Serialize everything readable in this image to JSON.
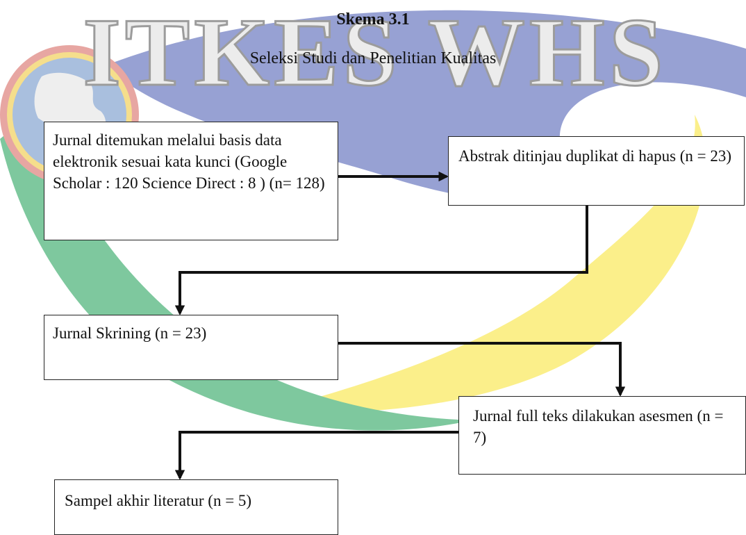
{
  "figure": {
    "number": "Skema 3.1",
    "title": "Seleksi Studi dan Penelitian Kualitas"
  },
  "watermark": {
    "text": "ITKES WHS",
    "colors": {
      "text_fill": "#ececec",
      "text_stroke": "#9c9c9c",
      "blue_band": "#97a1d3",
      "yellow_band": "#fbef8a",
      "green_band": "#7ec89e",
      "emblem_ring_outer": "#e7a6a2",
      "emblem_ring_inner": "#f5de8c",
      "emblem_disc": "#a9bfde",
      "emblem_land": "#eeeeee"
    }
  },
  "flow": {
    "steps": [
      "Jurnal ditemukan melalui basis data elektronik sesuai kata kunci (Google Scholar : 120 Science Direct : 8 ) (n= 128)",
      "Abstrak ditinjau duplikat di hapus (n = 23)",
      "Jurnal Skrining (n = 23)",
      "Jurnal full teks dilakukan asesmen (n = 7)",
      "Sampel akhir literatur (n = 5)"
    ]
  }
}
